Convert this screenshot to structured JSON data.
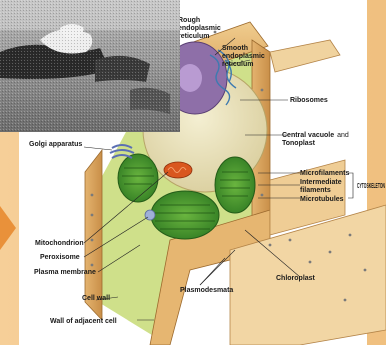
{
  "labels": {
    "rough_er": "Rough\nendoplasmic\nreticulum",
    "smooth_er": "Smooth\nendoplasmic\nreticulum",
    "ribosomes": "Ribosomes",
    "central_vacuole": "Central vacuole",
    "and": "and",
    "tonoplast": "Tonoplast",
    "golgi": "Golgi apparatus",
    "microfilaments": "Microfilaments",
    "intermediate_filaments": "Intermediate\nfilaments",
    "cytoskeleton": "CYTOSKELETON",
    "microtubules": "Microtubules",
    "mitochondrion": "Mitochondrion",
    "peroxisome": "Peroxisome",
    "plasma_membrane": "Plasma membrane",
    "chloroplast": "Chloroplast",
    "cell_wall": "Cell wall",
    "plasmodesmata": "Plasmodesmata",
    "wall_of_adjacent_cell": "Wall of adjacent cell"
  },
  "colors": {
    "background": "#f1c48a",
    "arrow": "#e9913a",
    "cell_wall": "#e7b873",
    "cytoplasm": "#cfe08a",
    "vacuole": "#e8e1b8",
    "nucleus": "#8e6fa8",
    "chloroplast": "#4c9a32",
    "mitochondrion": "#d9571f"
  }
}
